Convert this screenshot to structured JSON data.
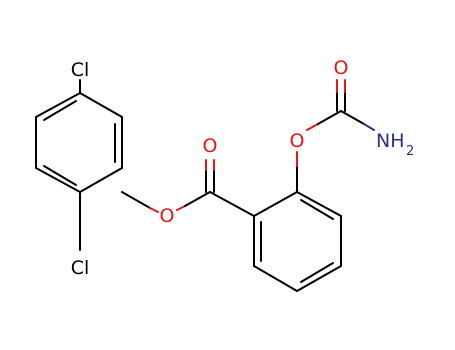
{
  "molecule": {
    "atoms": {
      "cl_top": "Cl",
      "cl_bottom": "Cl",
      "o_ester_ring": "O",
      "o_carbonyl": "O",
      "o_carbamate_ring": "O",
      "o_carbamate_carbonyl": "O",
      "n_amine": "NH",
      "n_amine_sub": "2"
    },
    "colors": {
      "carbon": "#000000",
      "chlorine": "#000000",
      "oxygen": "#e8161a",
      "nitrogen": "#2e2e8a"
    }
  }
}
